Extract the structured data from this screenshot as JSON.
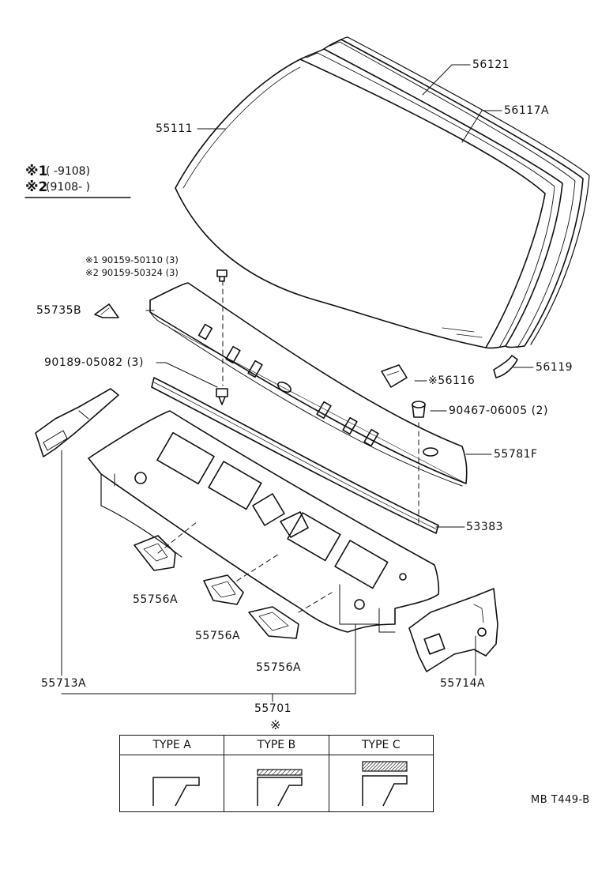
{
  "legend": {
    "row1_mark": "※1",
    "row1_range": "(        -9108)",
    "row2_mark": "※2",
    "row2_range": "(9108-          )"
  },
  "parts": {
    "p56121": "56121",
    "p56117A": "56117A",
    "p55111": "55111",
    "p_bolt1": "※1 90159-50110 (3)",
    "p_bolt2": "※2 90159-50324 (3)",
    "p55735B": "55735B",
    "p90189": "90189-05082 (3)",
    "p56119": "56119",
    "p56116": "※56116",
    "p90467": "90467-06005 (2)",
    "p55781F": "55781F",
    "p53383": "53383",
    "p55756A_1": "55756A",
    "p55756A_2": "55756A",
    "p55756A_3": "55756A",
    "p55713A": "55713A",
    "p55714A": "55714A",
    "p55701": "55701"
  },
  "type_table": {
    "marker": "※",
    "columns": [
      "TYPE A",
      "TYPE B",
      "TYPE C"
    ]
  },
  "footer": {
    "code": "MB  T449-B"
  }
}
